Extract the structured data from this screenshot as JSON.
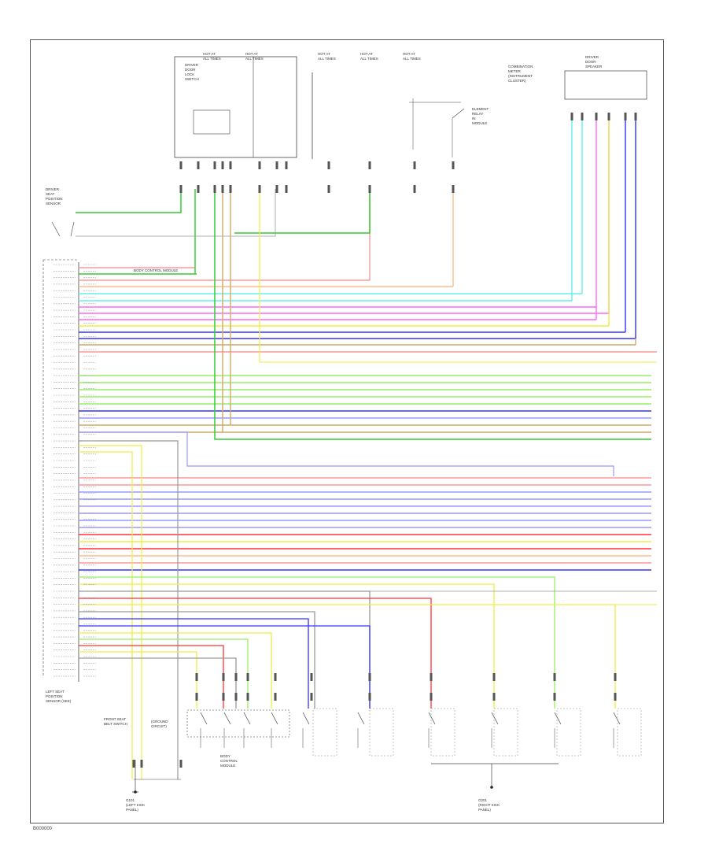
{
  "diagram": {
    "code": "B000000",
    "components": {
      "unit_box_1": {
        "title_lines": [
          "DRIVER",
          "DOOR",
          "LOCK",
          "SWITCH"
        ]
      },
      "junction_a": {
        "title_lines": [
          "HOT AT",
          "ALL TIMES"
        ]
      },
      "junction_b": {
        "title_lines": [
          "HOT AT",
          "ALL TIMES"
        ]
      },
      "fuse_a": {
        "title_lines": [
          "HOT AT",
          "ALL TIMES"
        ]
      },
      "fuse_b": {
        "title_lines": [
          "HOT AT",
          "ALL TIMES"
        ]
      },
      "fuse_c": {
        "title_lines": [
          "HOT AT",
          "ALL TIMES"
        ]
      },
      "relay_note": {
        "title_lines": [
          "ELEMENT",
          "RELAY",
          "IN",
          "MODULE"
        ]
      },
      "combination_switch": {
        "title_lines": [
          "COMBINATION",
          "METER",
          "(INSTRUMENT",
          "CLUSTER)"
        ]
      },
      "speaker_unit": {
        "title_lines": [
          "DRIVER",
          "DOOR",
          "SPEAKER"
        ]
      },
      "left_switch": {
        "title_lines": [
          "DRIVER",
          "SEAT",
          "POSITION",
          "SENSOR"
        ]
      },
      "module_label": {
        "title_lines": [
          "BODY",
          "CONTROL",
          "MODULE"
        ]
      },
      "module_note": {
        "label": "BODY CONTROL MODULE"
      },
      "ground_left": {
        "title_lines": [
          "G101",
          "(LEFT KICK",
          "PANEL)"
        ]
      },
      "ground_right": {
        "title_lines": [
          "G201",
          "(RIGHT KICK",
          "PANEL)"
        ]
      },
      "bottom_switch_group": {
        "title_lines": [
          "FRONT SEAT",
          "BELT SWITCH"
        ]
      },
      "left_note": {
        "title_lines": [
          "LEFT SEAT",
          "POSITION",
          "SENSOR (SEE)"
        ]
      },
      "ground_note": {
        "title_lines": [
          "(GROUND",
          "CIRCUIT)"
        ]
      }
    },
    "wire_colors": {
      "green": "#33cc33",
      "light_green": "#99ee66",
      "yellow": "#eeee44",
      "cyan": "#66eeee",
      "magenta": "#ff66ff",
      "blue": "#3333ff",
      "orange": "#ffaa44",
      "pink": "#ff9999",
      "red": "#ff3333",
      "tan": "#ccaa66",
      "gray": "#999999",
      "lavender": "#9999ff",
      "salmon": "#ffbb88",
      "dark": "#333333"
    }
  }
}
